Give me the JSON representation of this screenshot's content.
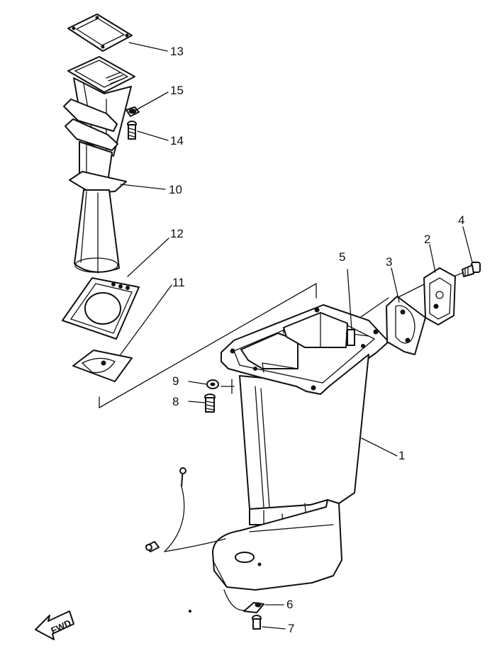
{
  "callouts": [
    "1",
    "2",
    "3",
    "4",
    "5",
    "6",
    "7",
    "8",
    "9",
    "10",
    "11",
    "12",
    "13",
    "14",
    "15"
  ],
  "direction": {
    "label": "FWD"
  }
}
